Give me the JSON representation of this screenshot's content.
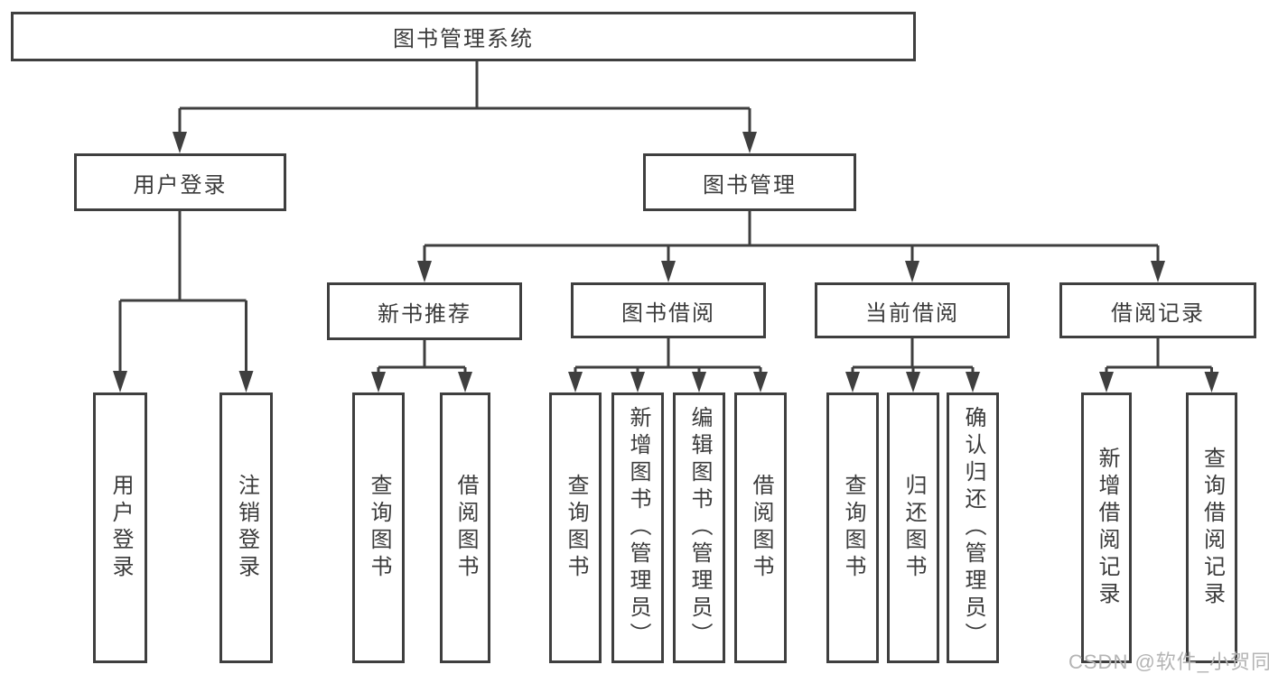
{
  "diagram": {
    "title": "图书管理系统",
    "watermark": "CSDN @软件_小贺同学",
    "colors": {
      "line": "#3f3f3f",
      "text": "#3b3b3b",
      "box_background": "#ffffff",
      "watermark": "#b4b4b4"
    },
    "nodes": {
      "root": "图书管理系统",
      "user_login": "用户登录",
      "book_mgmt": "图书管理",
      "new_books": "新书推荐",
      "book_borrow": "图书借阅",
      "current_borrow": "当前借阅",
      "borrow_records": "借阅记录",
      "leaf_login": "用户登录",
      "leaf_logout": "注销登录",
      "leaf_nb_query": "查询图书",
      "leaf_nb_borrow": "借阅图书",
      "leaf_bb_query": "查询图书",
      "leaf_bb_add": "新增图书（管理员）",
      "leaf_bb_edit": "编辑图书（管理员）",
      "leaf_bb_borrow": "借阅图书",
      "leaf_cb_query": "查询图书",
      "leaf_cb_return": "归还图书",
      "leaf_cb_confirm": "确认归还（管理员）",
      "leaf_br_add": "新增借阅记录",
      "leaf_br_query": "查询借阅记录"
    },
    "tree": {
      "label": "图书管理系统",
      "children": [
        {
          "label": "用户登录",
          "children": [
            {
              "label": "用户登录"
            },
            {
              "label": "注销登录"
            }
          ]
        },
        {
          "label": "图书管理",
          "children": [
            {
              "label": "新书推荐",
              "children": [
                {
                  "label": "查询图书"
                },
                {
                  "label": "借阅图书"
                }
              ]
            },
            {
              "label": "图书借阅",
              "children": [
                {
                  "label": "查询图书"
                },
                {
                  "label": "新增图书（管理员）"
                },
                {
                  "label": "编辑图书（管理员）"
                },
                {
                  "label": "借阅图书"
                }
              ]
            },
            {
              "label": "当前借阅",
              "children": [
                {
                  "label": "查询图书"
                },
                {
                  "label": "归还图书"
                },
                {
                  "label": "确认归还（管理员）"
                }
              ]
            },
            {
              "label": "借阅记录",
              "children": [
                {
                  "label": "新增借阅记录"
                },
                {
                  "label": "查询借阅记录"
                }
              ]
            }
          ]
        }
      ]
    }
  }
}
